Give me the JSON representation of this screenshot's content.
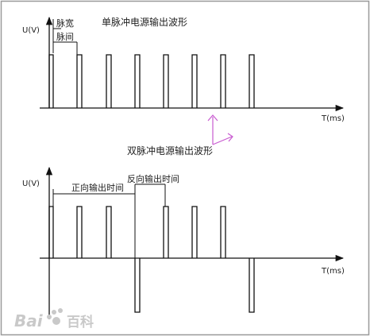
{
  "diagram1": {
    "title": "单脉冲电源输出波形",
    "y_label": "U(V)",
    "x_label": "T(ms)",
    "width_label": "脉宽",
    "interval_label": "脉间"
  },
  "diagram2": {
    "title": "双脉冲电源输出波形",
    "y_label": "U(V)",
    "x_label": "T(ms)",
    "forward_label": "正向输出时间",
    "reverse_label": "反向输出时间"
  },
  "colors": {
    "line": "#111111",
    "frame": "#9a9a9a",
    "cursor": "#c85ad0",
    "watermark": "#c9c9c9"
  },
  "watermark": {
    "brand": "Bai",
    "suffix": "百科"
  }
}
